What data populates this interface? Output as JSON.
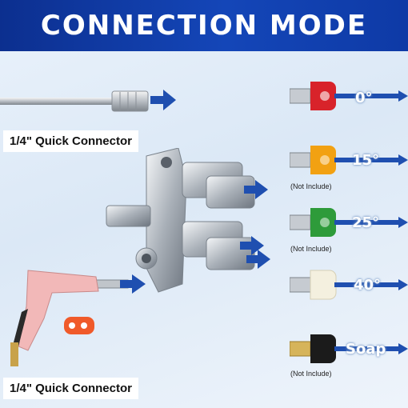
{
  "banner": {
    "title": "CONNECTION MODE"
  },
  "labels": {
    "top_connector": "1/4\" Quick Connector",
    "bottom_connector": "1/4\" Quick Connector"
  },
  "nozzles": [
    {
      "angle": "0°",
      "color": "#d8232a",
      "note": ""
    },
    {
      "angle": "15°",
      "color": "#f2a112",
      "note": "(Not Include)"
    },
    {
      "angle": "25°",
      "color": "#2e9b3a",
      "note": "(Not Include)"
    },
    {
      "angle": "40°",
      "color": "#f4f0df",
      "note": ""
    },
    {
      "angle": "Soap",
      "color": "#1b1b1b",
      "note": "(Not Include)"
    }
  ],
  "colors": {
    "banner": "#1446b8",
    "arrow": "#1f4fb0",
    "gun": "#f2b8b8",
    "trigger_guard": "#f05a2a"
  }
}
